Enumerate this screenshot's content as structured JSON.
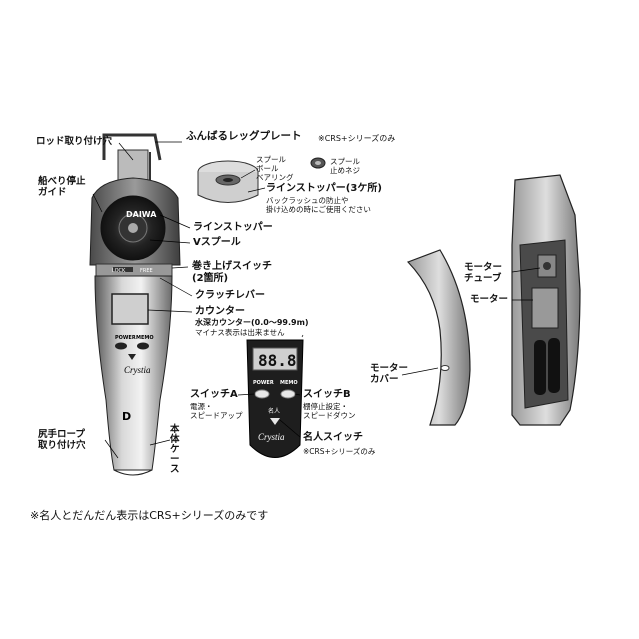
{
  "labels": {
    "rod_mount_hole": "ロッド取り付け穴",
    "leg_plate": "ふんばるレッグプレート",
    "leg_plate_note": "※CRS+シリーズのみ",
    "gunwale_stop_guide": "船べり停止\nガイド",
    "spool_ball_bearing": "スプール\nボール\nベアリング",
    "spool_stop_screw": "スプール\n止めネジ",
    "line_stopper_3": "ラインストッパー(3ケ所)",
    "line_stopper_3_note": "バックラッシュの防止や\n掛け込めの時にご使用ください",
    "line_stopper": "ラインストッパー",
    "v_spool": "Vスプール",
    "winding_switch": "巻き上げスイッチ\n(2箇所)",
    "clutch_lever": "クラッチレバー",
    "counter": "カウンター",
    "depth_counter": "水深カウンター(0.0〜99.9m)",
    "depth_counter_note": "マイナス表示は出来ません",
    "switch_a": "スイッチA",
    "switch_a_desc": "電源・\nスピードアップ",
    "switch_b": "スイッチB",
    "switch_b_desc": "棚停止設定・\nスピードダウン",
    "meijin_switch": "名人スイッチ",
    "meijin_switch_note": "※CRS+シリーズのみ",
    "butt_rope_hole": "尻手ロープ\n取り付け穴",
    "body_case": "本体ケース",
    "motor_tube": "モーター\nチューブ",
    "motor": "モーター",
    "motor_cover": "モーター\nカバー"
  },
  "device": {
    "brand": "Crystia",
    "lcd_digits": "88.8",
    "power": "POWER",
    "memo": "MEMO",
    "meijin": "名人",
    "lock": "LOCK",
    "free": "FREE"
  },
  "footnote": "※名人とだんだん表示はCRS+シリーズのみです"
}
